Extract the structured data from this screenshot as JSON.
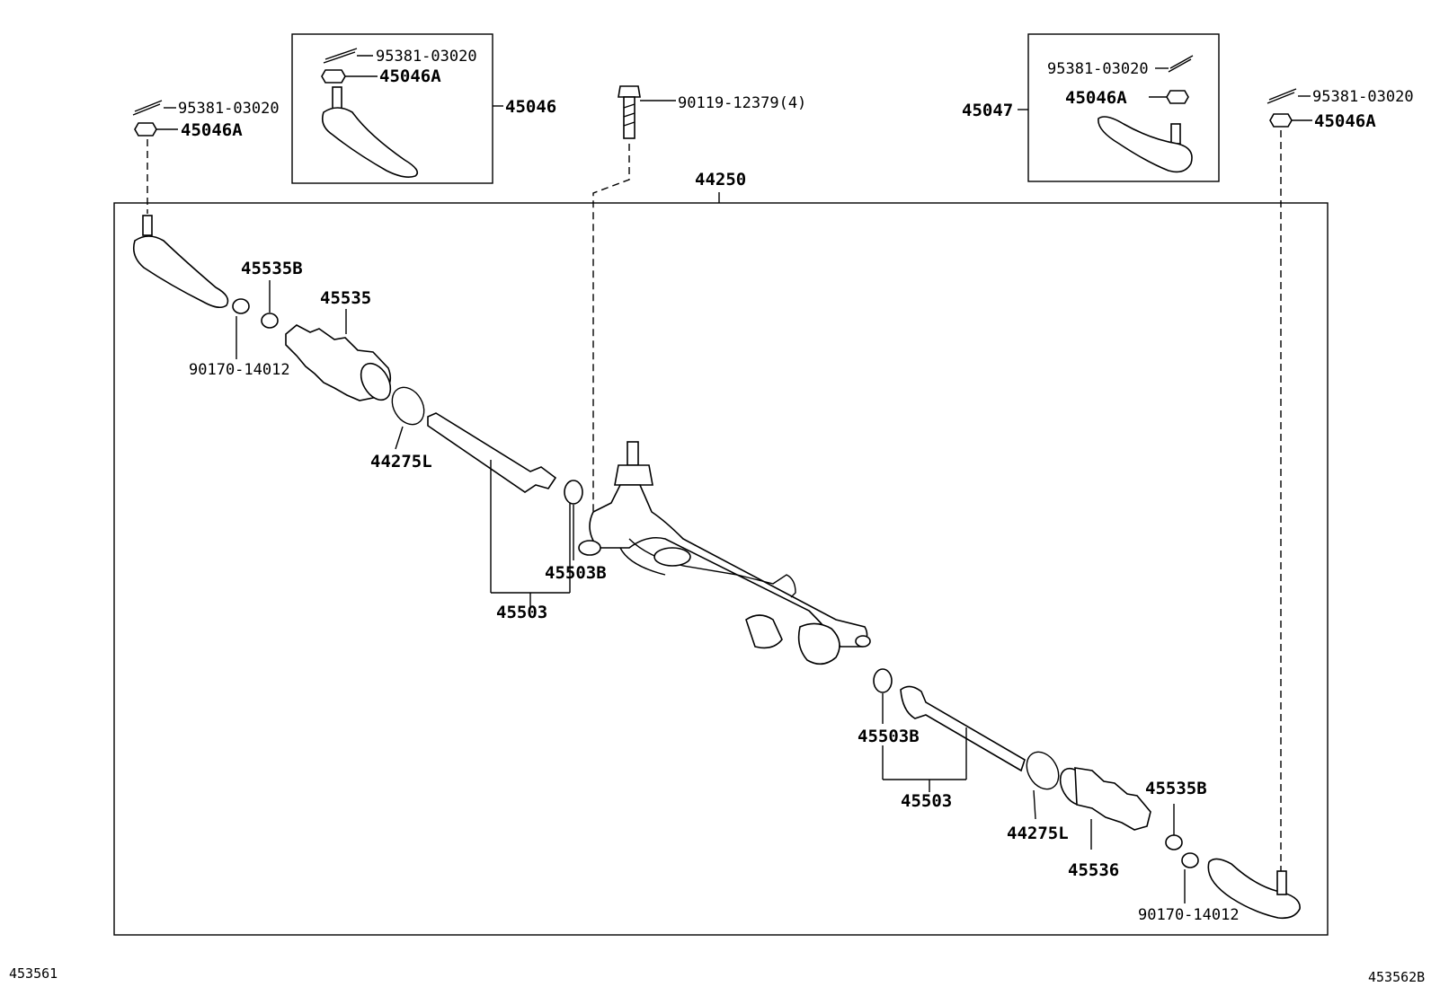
{
  "parts": {
    "cotter_pin": "95381-03020",
    "nut": "45046A",
    "tie_rod_end_left": "45046",
    "tie_rod_end_right": "45047",
    "bolt": "90119-12379(4)",
    "rack_assembly": "44250",
    "boot_clamp": "45535B",
    "boot_left": "45535",
    "boot_right": "45536",
    "lock_nut": "90170-14012",
    "boot_clip": "44275L",
    "rack_end_washer": "45503B",
    "rack_end": "45503"
  },
  "footer": {
    "left_code": "453561",
    "right_code": "453562B"
  }
}
